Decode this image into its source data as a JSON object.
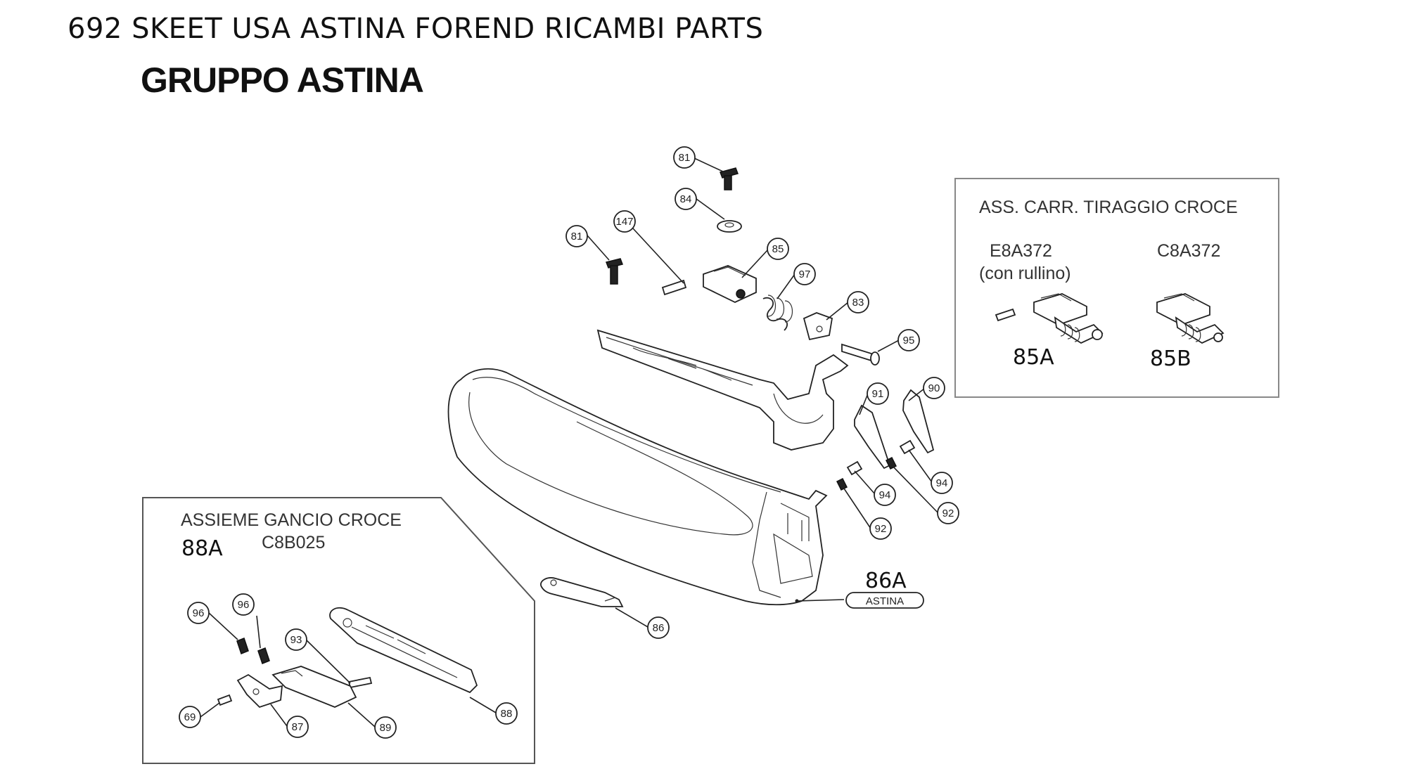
{
  "header": {
    "title": "692 SKEET USA ASTINA FOREND RICAMBI PARTS",
    "subtitle": "GRUPPO ASTINA"
  },
  "main_callouts": [
    {
      "id": "c81a",
      "label": "81"
    },
    {
      "id": "c84",
      "label": "84"
    },
    {
      "id": "c81b",
      "label": "81"
    },
    {
      "id": "c147",
      "label": "147"
    },
    {
      "id": "c85",
      "label": "85"
    },
    {
      "id": "c97",
      "label": "97"
    },
    {
      "id": "c83",
      "label": "83"
    },
    {
      "id": "c95",
      "label": "95"
    },
    {
      "id": "c91",
      "label": "91"
    },
    {
      "id": "c90",
      "label": "90"
    },
    {
      "id": "c94a",
      "label": "94"
    },
    {
      "id": "c94b",
      "label": "94"
    },
    {
      "id": "c92a",
      "label": "92"
    },
    {
      "id": "c92b",
      "label": "92"
    },
    {
      "id": "c86",
      "label": "86"
    }
  ],
  "forend": {
    "part_label": "86A",
    "badge_text": "ASTINA"
  },
  "carriage_box": {
    "title": "ASS. CARR. TIRAGGIO CROCE",
    "variant_a_code": "E8A372",
    "variant_a_note": "(con rullino)",
    "variant_b_code": "C8A372",
    "variant_a_label": "85A",
    "variant_b_label": "85B"
  },
  "hook_box": {
    "title": "ASSIEME GANCIO CROCE",
    "part_label": "88A",
    "code": "C8B025",
    "callouts": [
      {
        "id": "h96a",
        "label": "96"
      },
      {
        "id": "h96b",
        "label": "96"
      },
      {
        "id": "h93",
        "label": "93"
      },
      {
        "id": "h69",
        "label": "69"
      },
      {
        "id": "h87",
        "label": "87"
      },
      {
        "id": "h89",
        "label": "89"
      },
      {
        "id": "h88",
        "label": "88"
      }
    ]
  }
}
